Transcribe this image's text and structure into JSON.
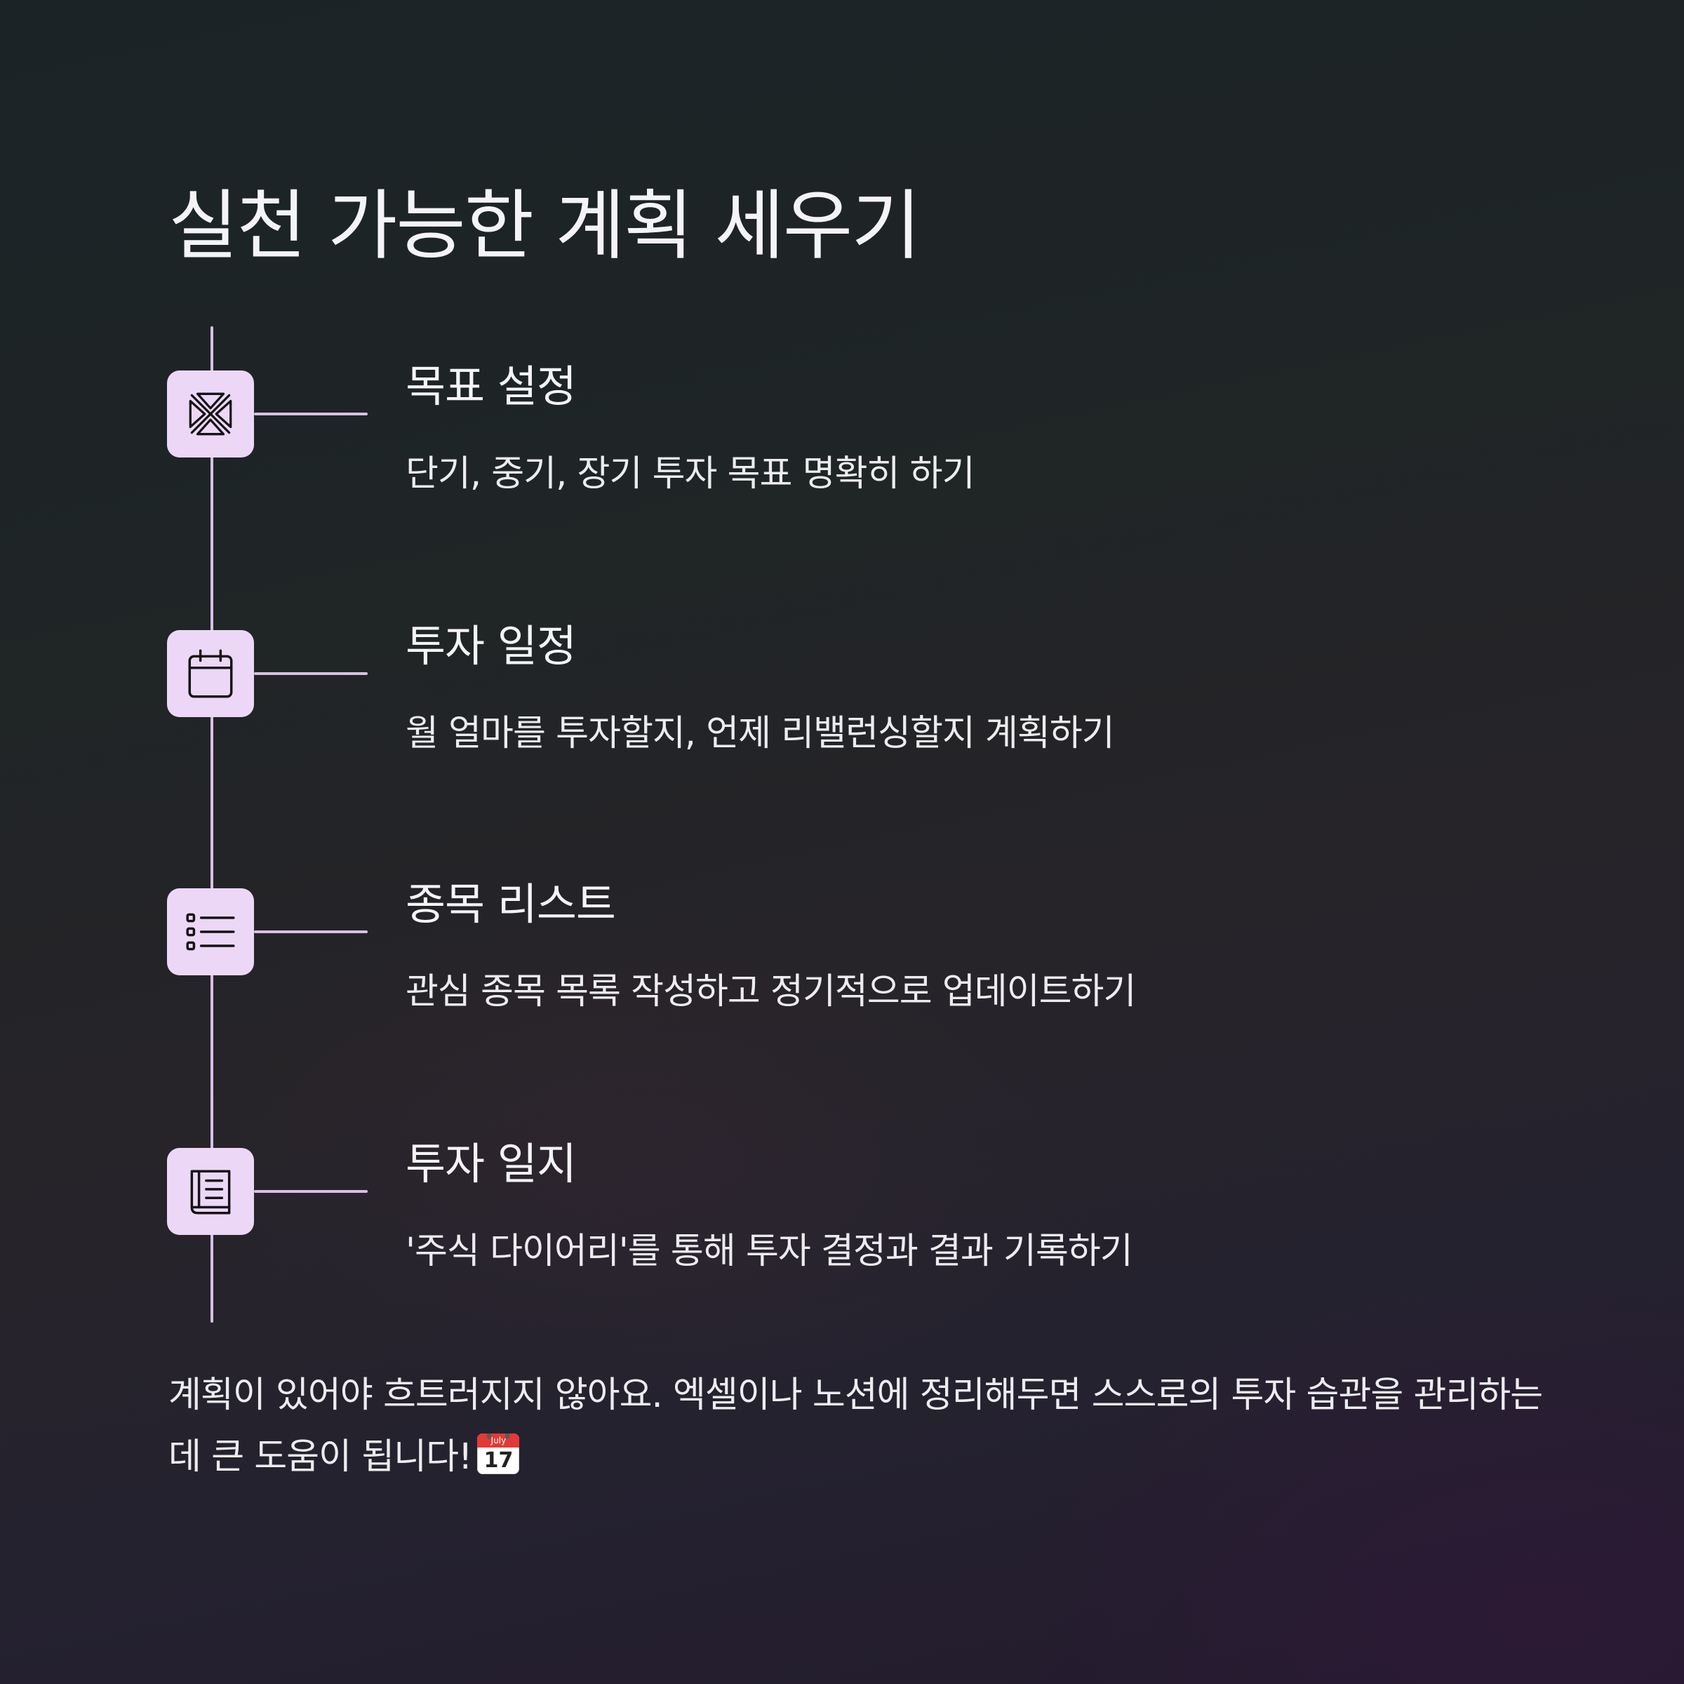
{
  "title": "실천 가능한 계획 세우기",
  "steps": [
    {
      "icon": "target-arrows-icon",
      "title": "목표 설정",
      "description": "단기, 중기, 장기 투자 목표 명확히 하기"
    },
    {
      "icon": "calendar-icon",
      "title": "투자 일정",
      "description": "월 얼마를 투자할지, 언제 리밸런싱할지 계획하기"
    },
    {
      "icon": "list-icon",
      "title": "종목 리스트",
      "description": "관심 종목 목록 작성하고 정기적으로 업데이트하기"
    },
    {
      "icon": "journal-book-icon",
      "title": "투자 일지",
      "description": "'주식 다이어리'를 통해 투자 결정과 결과 기록하기"
    }
  ],
  "footer": {
    "text": "계획이 있어야 흐트러지지 않아요. 엑셀이나 노션에 정리해두면 스스로의 투자 습관을 관리하는 데 큰 도움이 됩니다!",
    "emoji": {
      "icon": "calendar-emoji-icon",
      "month": "July",
      "day": "17"
    }
  },
  "colors": {
    "accent": "#edd7f7",
    "line": "#d8bfe6",
    "text": "#f4f4f6",
    "icon_stroke": "#141414"
  }
}
